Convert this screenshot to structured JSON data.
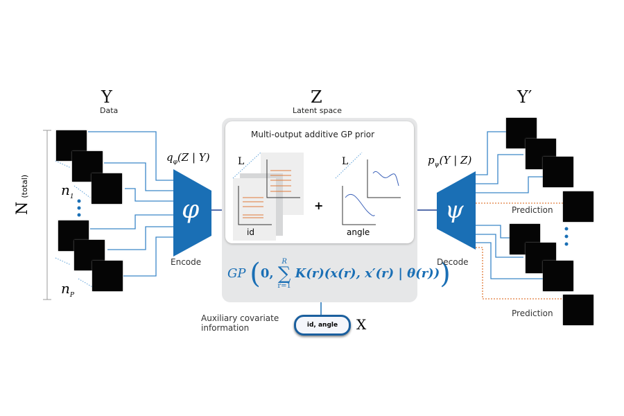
{
  "left": {
    "symbol": "Y",
    "caption": "Data",
    "total": "N",
    "total_note": "(total)",
    "n1": "n",
    "n1_sub": "1",
    "np": "n",
    "np_sub": "P"
  },
  "encoder": {
    "dist": "q",
    "dist_sub": "φ",
    "dist_arg": "(Z | Y)",
    "glyph": "φ",
    "label": "Encode"
  },
  "latent": {
    "symbol": "Z",
    "caption": "Latent space",
    "box_title": "Multi-output additive GP prior",
    "plus": "+",
    "panels": [
      {
        "label": "id",
        "stack": "L"
      },
      {
        "label": "angle",
        "stack": "L"
      }
    ],
    "formula": {
      "gp": "GP",
      "zero": "0,",
      "sum": "∑",
      "upper": "R",
      "lower": "r=1",
      "body": "K(r)(x(r), x′(r) | θ(r))"
    }
  },
  "covariate": {
    "label_line1": "Auxiliary covariate",
    "label_line2": "information",
    "pill": "id, angle",
    "symbol": "X"
  },
  "decoder": {
    "dist": "p",
    "dist_sub": "ψ",
    "dist_arg": "(Y | Z)",
    "glyph": "ψ",
    "label": "Decode"
  },
  "right": {
    "symbol": "Y′",
    "prediction1": "Prediction",
    "prediction2": "Prediction"
  },
  "colors": {
    "accent": "#1a6fb5",
    "line": "#3a86c8",
    "orange": "#e07b39",
    "panel": "#e6e7e8",
    "dark": "#1f3f8f"
  }
}
